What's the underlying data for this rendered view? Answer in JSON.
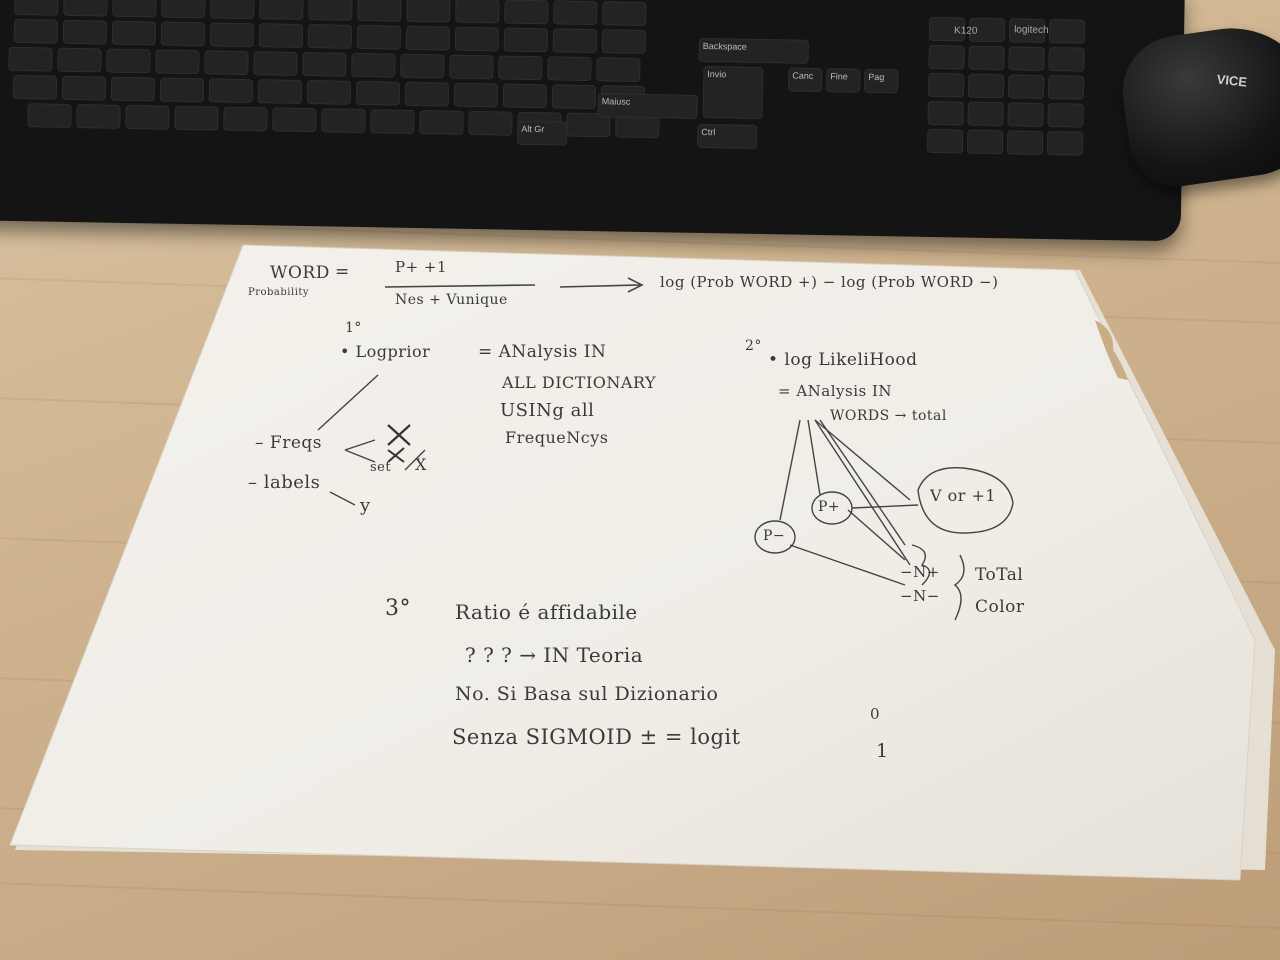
{
  "photo": {
    "keyboard": {
      "key_labels": [
        "Backspace",
        "Invio",
        "Maiusc",
        "Alt Gr",
        "Ctrl",
        "Canc",
        "Fine",
        "Pag",
        "K120"
      ],
      "brand": "logitech"
    },
    "mouse": {
      "brand": "VICE"
    }
  },
  "notes": {
    "header": {
      "label_word": "WORD",
      "label_probability": "Probability",
      "equals": "=",
      "numerator": "P+   +1",
      "denominator": "Nes + Vunique",
      "log_expression": "log (Prob WORD +) − log (Prob WORD −)"
    },
    "section1": {
      "number": "1°",
      "title": "• Logprior",
      "eq": "= ANalysis IN",
      "lines": [
        "ALL DICTIONARY",
        "USINg all",
        "FrequeNcys"
      ],
      "branch_freqs": "– Freqs",
      "branch_labels": "– labels",
      "branch_x": "X",
      "branch_set": "set",
      "branch_y": "y"
    },
    "section2": {
      "number": "2°",
      "title": "• log LikeliHood",
      "eq": "= ANalysis IN",
      "words_total": "WORDS → total",
      "node_pminus": "P−",
      "node_pplus": "P+",
      "node_v": "V or +1",
      "n_plus": "−N+",
      "n_minus": "−N−",
      "total": "ToTal",
      "color": "Color"
    },
    "section3": {
      "number": "3°",
      "line1": "Ratio é affidabile",
      "line2": "? ? ? → IN Teoria",
      "line3": "No. Si Basa sul Dizionario",
      "line4": "Senza SIGMOID ± = logit",
      "logit_top": "0",
      "logit_bottom": "1"
    }
  }
}
